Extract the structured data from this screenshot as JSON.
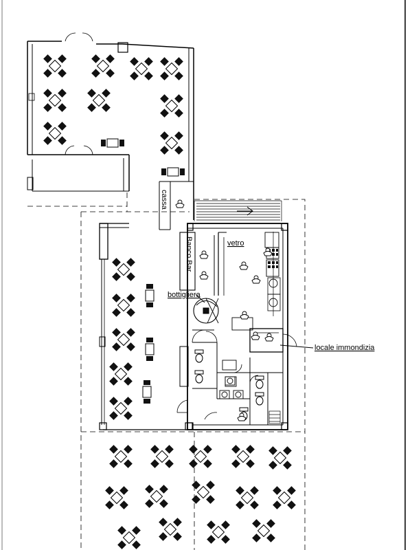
{
  "labels": {
    "cassa": "cassa",
    "banco_bar": "Banco Bar",
    "vetro": "vetro",
    "bottigliera": "bottigliera",
    "locale_immondizia": "locale immondizia"
  },
  "colors": {
    "line": "#000000",
    "paper": "#ffffff",
    "frame": "#3a3a3a"
  },
  "icons": [
    "table-set-icon",
    "toilet-icon",
    "sink-icon",
    "person-icon",
    "stairs-arrow-icon"
  ]
}
